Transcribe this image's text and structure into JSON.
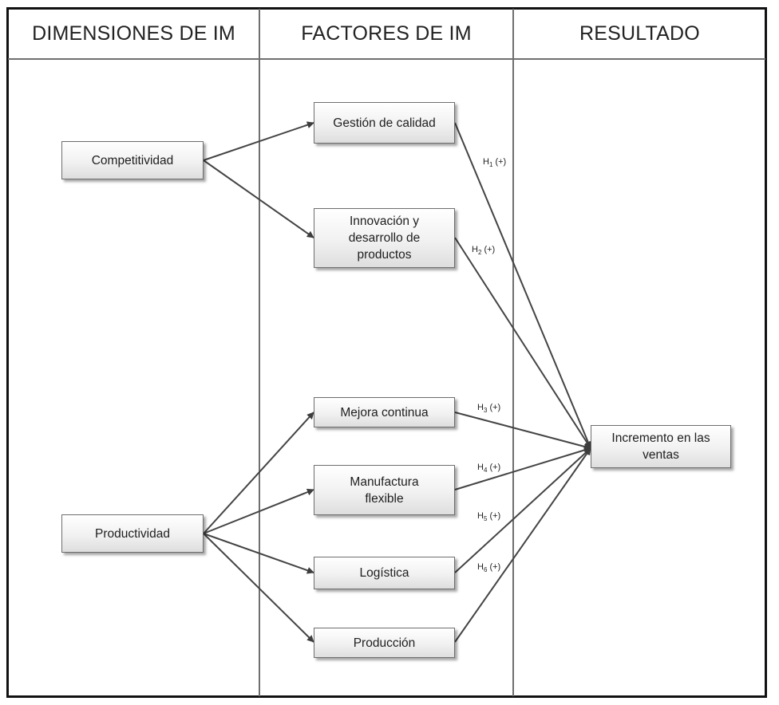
{
  "columns": {
    "dimensions": "DIMENSIONES DE IM",
    "factors": "FACTORES DE IM",
    "result": "RESULTADO"
  },
  "dimensions": {
    "competitividad": "Competitividad",
    "productividad": "Productividad"
  },
  "factors": {
    "gestion": "Gestión de calidad",
    "innovacion": "Innovación y\ndesarrollo de\nproductos",
    "mejora": "Mejora continua",
    "manufactura": "Manufactura\nflexible",
    "logistica": "Logística",
    "produccion": "Producción"
  },
  "result": {
    "incremento": "Incremento en las\nventas"
  },
  "hypotheses": [
    {
      "letter": "H",
      "index": "1",
      "sign": "(+)"
    },
    {
      "letter": "H",
      "index": "2",
      "sign": "(+)"
    },
    {
      "letter": "H",
      "index": "3",
      "sign": "(+)"
    },
    {
      "letter": "H",
      "index": "4",
      "sign": "(+)"
    },
    {
      "letter": "H",
      "index": "5",
      "sign": "(+)"
    },
    {
      "letter": "H",
      "index": "6",
      "sign": "(+)"
    }
  ]
}
